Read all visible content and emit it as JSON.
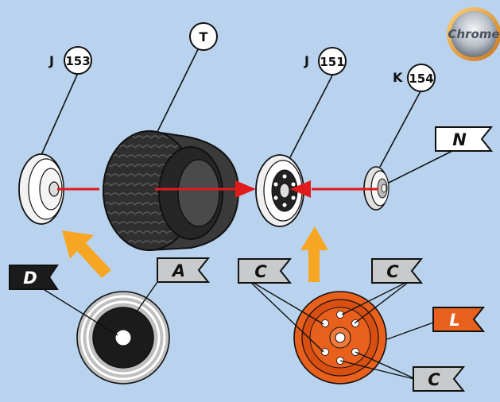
{
  "badges": {
    "chrome": "Chrome"
  },
  "callouts": {
    "t": {
      "letter": "T"
    },
    "j153": {
      "prefix": "J",
      "number": "153"
    },
    "j151": {
      "prefix": "J",
      "number": "151"
    },
    "k154": {
      "prefix": "K",
      "number": "154"
    }
  },
  "flags": {
    "n": "N",
    "d": "D",
    "a": "A",
    "c_left": "C",
    "c_right_top": "C",
    "l": "L",
    "c_right_bottom": "C"
  },
  "colors": {
    "background": "#b9d3ee",
    "arrow_orange": "#f6a623",
    "assembly_red": "#e01b1b",
    "rim_orange": "#e8601c",
    "tire_dark": "#2b2b2b",
    "flag_dark": "#1b1b1b",
    "flag_gray": "#c8cacc",
    "flag_white": "#ffffff"
  }
}
